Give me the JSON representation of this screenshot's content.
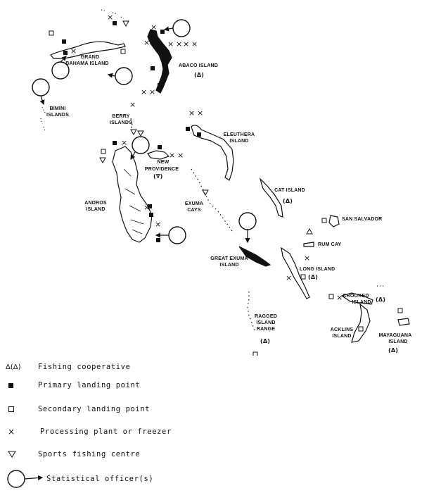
{
  "map": {
    "labels": {
      "grand_bahama": [
        "GRAND",
        "BAHAMA ISLAND"
      ],
      "abaco": [
        "ABACO ISLAND"
      ],
      "abaco_coop": "(Δ)",
      "bimini": [
        "BIMINI",
        "ISLANDS"
      ],
      "berry": [
        "BERRY",
        "ISLANDS"
      ],
      "eleuthera": [
        "ELEUTHERA",
        "ISLAND"
      ],
      "new_providence": [
        "NEW",
        "PROVIDENCE"
      ],
      "new_providence_sports": "(∇)",
      "andros": [
        "ANDROS",
        "ISLAND"
      ],
      "exuma_cays": [
        "EXUMA",
        "CAYS"
      ],
      "cat_island": [
        "CAT ISLAND"
      ],
      "cat_coop": "(Δ)",
      "san_salvador": "SAN SALVADOR",
      "rum_cay": "RUM CAY",
      "great_exuma": [
        "GREAT EXUMA",
        "ISLAND"
      ],
      "long_island": "LONG ISLAND",
      "long_coop": "(Δ)",
      "crooked": [
        "CROOKED",
        "ISLAND"
      ],
      "crooked_coop": "(Δ)",
      "ragged": [
        "RAGGED",
        "ISLAND",
        "RANGE"
      ],
      "ragged_coop": "(Δ)",
      "acklins": [
        "ACKLINS",
        "ISLAND"
      ],
      "mayaguana": [
        "MAYAGUANA",
        "ISLAND"
      ],
      "mayaguana_coop": "(Δ)"
    }
  },
  "legend": {
    "items": [
      {
        "symbol": "Δ(Δ)",
        "icon": "triangle-icon",
        "label": "Fishing cooperative"
      },
      {
        "symbol": "■",
        "icon": "filled-square-icon",
        "label": "Primary landing point"
      },
      {
        "symbol": "□",
        "icon": "open-square-icon",
        "label": "Secondary landing point"
      },
      {
        "symbol": "×",
        "icon": "cross-icon",
        "label": "Processing plant or freezer"
      },
      {
        "symbol": "∇",
        "icon": "inverted-triangle-icon",
        "label": "Sports fishing centre"
      },
      {
        "symbol": "○→",
        "icon": "circle-arrow-icon",
        "label": "Statistical officer(s)"
      }
    ]
  }
}
